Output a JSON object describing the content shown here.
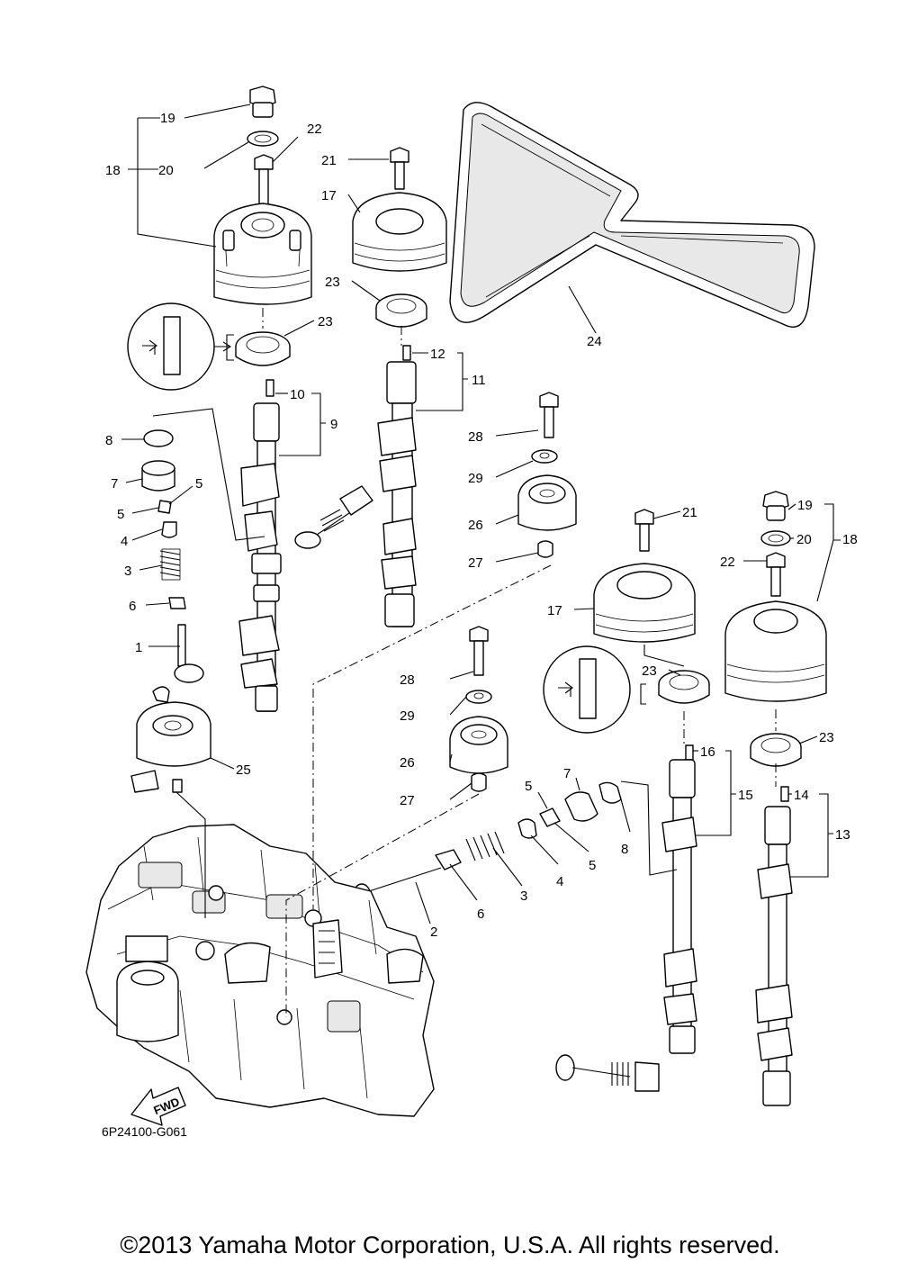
{
  "diagram_code": "6P24100-G061",
  "copyright": "©2013 Yamaha Motor Corporation, U.S.A. All rights reserved.",
  "fwd_label": "FWD",
  "labels": [
    "19",
    "20",
    "18",
    "22",
    "21",
    "17",
    "23",
    "23",
    "24",
    "12",
    "11",
    "10",
    "9",
    "8",
    "7",
    "5",
    "5",
    "4",
    "3",
    "6",
    "1",
    "28",
    "29",
    "26",
    "27",
    "21",
    "19",
    "20",
    "18",
    "22",
    "17",
    "23",
    "23",
    "16",
    "15",
    "14",
    "13",
    "25",
    "28",
    "29",
    "26",
    "27",
    "7",
    "5",
    "8",
    "5",
    "4",
    "3",
    "6",
    "2"
  ]
}
